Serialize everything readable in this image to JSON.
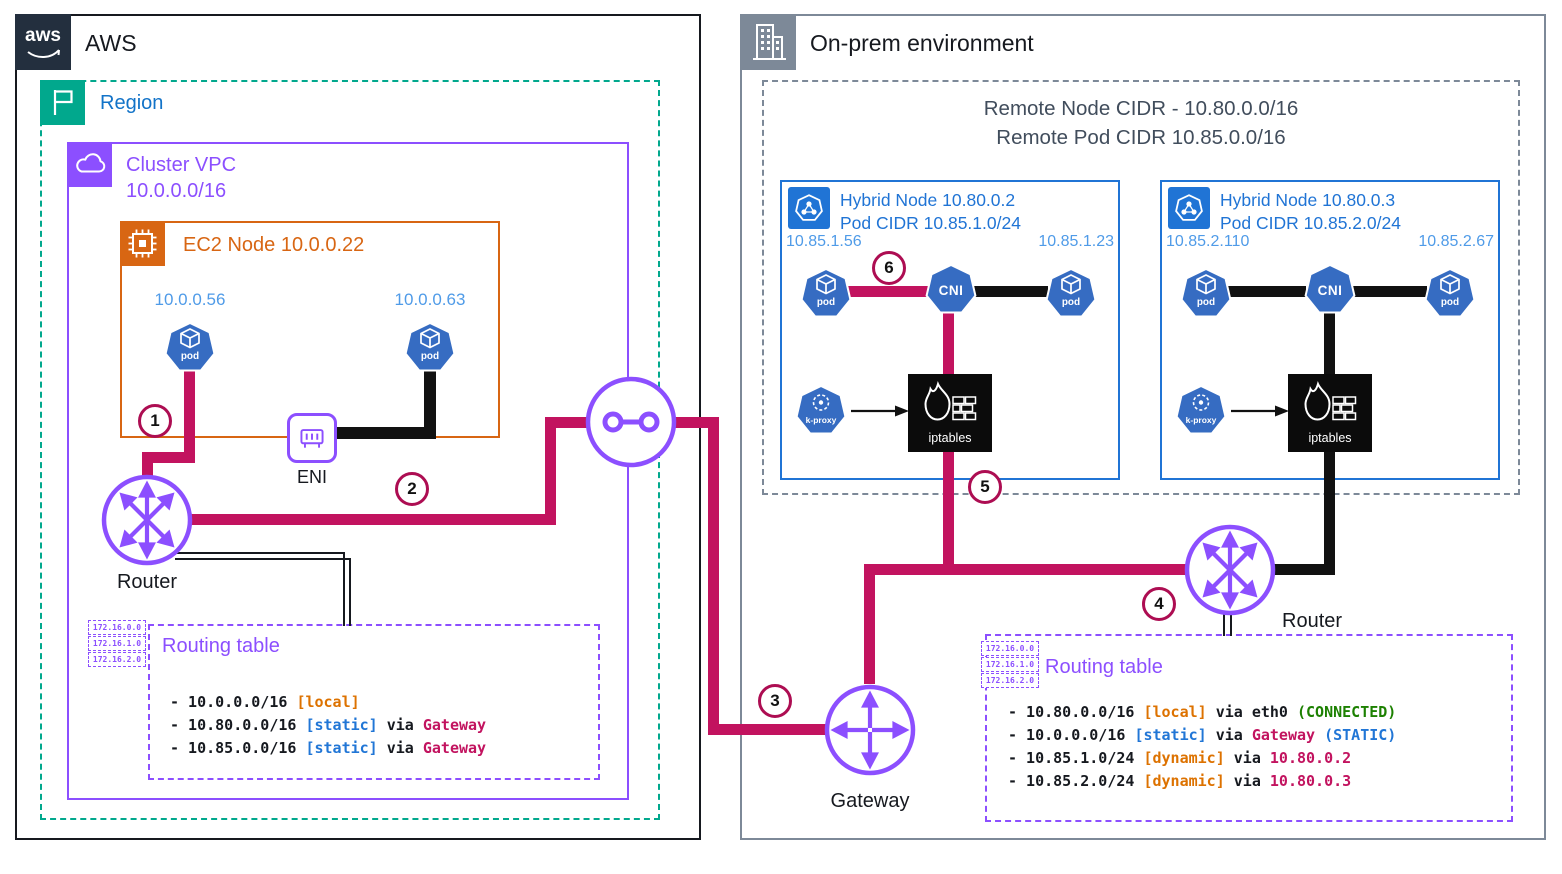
{
  "labels": {
    "pod": "pod",
    "cni": "CNI",
    "kproxy": "k-proxy",
    "iptables": "iptables"
  },
  "badges": [
    "1",
    "2",
    "3",
    "4",
    "5",
    "6"
  ],
  "aws": {
    "logo_text": "aws",
    "title": "AWS",
    "region_label": "Region",
    "vpc_label_line1": "Cluster VPC",
    "vpc_label_line2": "10.0.0.0/16",
    "ec2_label": "EC2 Node 10.0.0.22",
    "pod_left_ip": "10.0.0.56",
    "pod_right_ip": "10.0.0.63",
    "eni_label": "ENI",
    "router_label": "Router",
    "routing_table": {
      "title": "Routing table",
      "icon_rows": [
        "172.16.0.0",
        "172.16.1.0",
        "172.16.2.0"
      ],
      "entries": [
        [
          "- 10.0.0.0/16 ",
          "[local]"
        ],
        [
          "- 10.80.0.0/16 ",
          "[static]",
          " via ",
          "Gateway"
        ],
        [
          "- 10.85.0.0/16 ",
          "[static]",
          " via ",
          "Gateway"
        ]
      ]
    }
  },
  "onprem": {
    "title": "On-prem environment",
    "cidr_line1": "Remote Node CIDR - 10.80.0.0/16",
    "cidr_line2": "Remote Pod CIDR 10.85.0.0/16",
    "node1": {
      "title1": "Hybrid Node 10.80.0.2",
      "title2": "Pod CIDR 10.85.1.0/24",
      "ip_left": "10.85.1.56",
      "ip_right": "10.85.1.23"
    },
    "node2": {
      "title1": "Hybrid Node 10.80.0.3",
      "title2": "Pod CIDR 10.85.2.0/24",
      "ip_left": "10.85.2.110",
      "ip_right": "10.85.2.67"
    },
    "router_label": "Router",
    "gateway_label": "Gateway",
    "routing_table": {
      "title": "Routing table",
      "icon_rows": [
        "172.16.0.0",
        "172.16.1.0",
        "172.16.2.0"
      ],
      "entries": [
        [
          "- 10.80.0.0/16 ",
          "[local]",
          " via eth0 ",
          "(CONNECTED)"
        ],
        [
          "- 10.0.0.0/16 ",
          "[static]",
          " via ",
          "Gateway",
          " ",
          "(STATIC)"
        ],
        [
          "- 10.85.1.0/24 ",
          "[dynamic]",
          " via ",
          "10.80.0.2"
        ],
        [
          "- 10.85.2.0/24 ",
          "[dynamic]",
          " via ",
          "10.80.0.3"
        ]
      ]
    }
  },
  "colors": {
    "aws_dark": "#232f3e",
    "region_teal": "#01a88d",
    "vpc_purple": "#8c4fff",
    "ec2_orange": "#d86613",
    "node_blue": "#2074d5",
    "ip_blue": "#4f9be8",
    "flow_pink": "#c2135f",
    "flow_black": "#111111",
    "onprem_gray": "#7d8998",
    "pod_blue": "#366cc2",
    "green": "#1d8102",
    "badge_ring": "#ad0d52",
    "entry_orange": "#dd7200",
    "entry_blue": "#2176d6"
  }
}
